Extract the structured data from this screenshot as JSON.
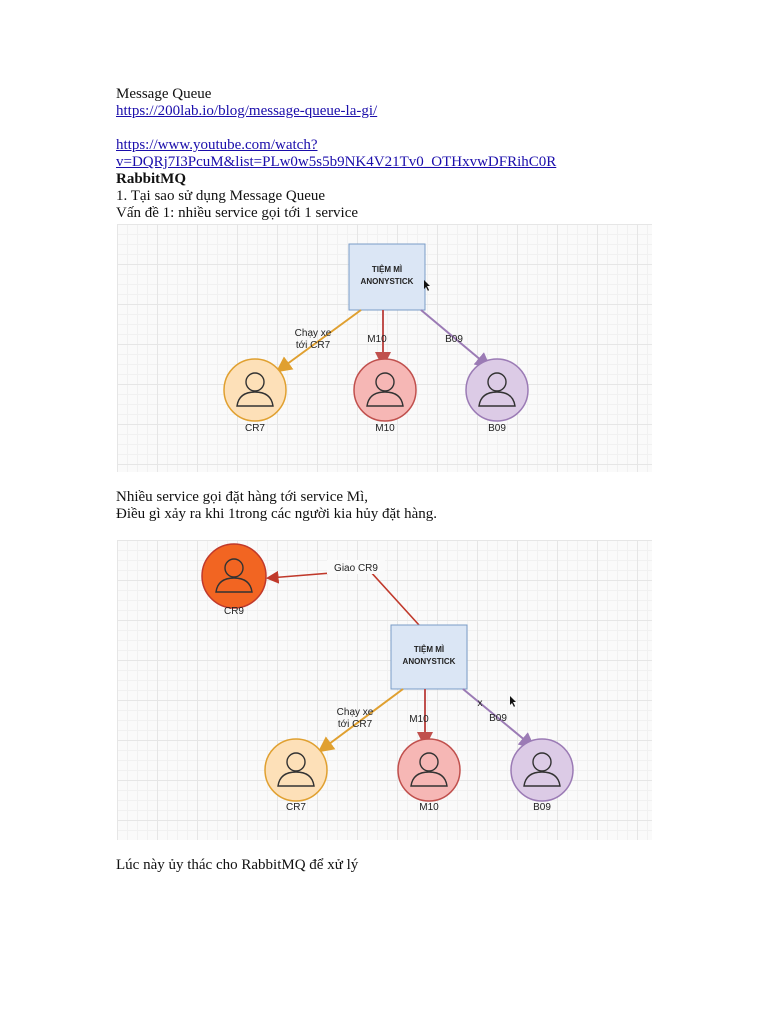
{
  "doc": {
    "title": "Message Queue",
    "link1": "https://200lab.io/blog/message-queue-la-gi/",
    "link2_line1": "https://www.youtube.com/watch?",
    "link2_line2": "v=DQRj7I3PcuM&list=PLw0w5s5b9NK4V21Tv0_OTHxvwDFRihC0R",
    "heading": "RabbitMQ",
    "q1": "1. Tại sao sử dụng Message Queue",
    "problem1": "Vấn đề 1: nhiều service gọi tới 1 service",
    "para1": "Nhiều service gọi đặt hàng tới service Mì,",
    "para2": "Điều gì xảy ra khi 1trong các người kia hủy đặt hàng.",
    "para3": "Lúc này ủy thác cho RabbitMQ để xử lý"
  },
  "diagram1": {
    "box_line1": "TIỆM MÌ",
    "box_line2": "ANONYSTICK",
    "edge_cr7_line1": "Chạy xe",
    "edge_cr7_line2": "tới CR7",
    "edge_m10": "M10",
    "edge_b09": "B09",
    "node_cr7": "CR7",
    "node_m10": "M10",
    "node_b09": "B09",
    "colors": {
      "cr7": "#fde0b8",
      "m10": "#f6b7b5",
      "b09": "#dccbe6",
      "box": "#dbe6f5"
    }
  },
  "diagram2": {
    "box_line1": "TIỆM MÌ",
    "box_line2": "ANONYSTICK",
    "edge_cr9": "Giao CR9",
    "edge_cr7_line1": "Chạy xe",
    "edge_cr7_line2": "tới CR7",
    "edge_m10": "M10",
    "edge_b09": "B09",
    "cancel_mark": "x",
    "node_cr9": "CR9",
    "node_cr7": "CR7",
    "node_m10": "M10",
    "node_b09": "B09",
    "colors": {
      "cr9": "#f26522",
      "cr7": "#fde0b8",
      "m10": "#f6b7b5",
      "b09": "#dccbe6",
      "box": "#dbe6f5"
    }
  }
}
